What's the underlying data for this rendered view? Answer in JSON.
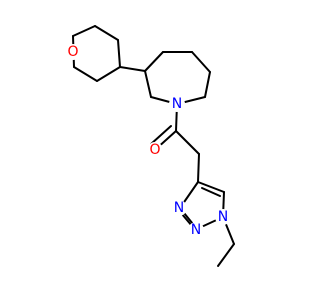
{
  "molecule": {
    "atoms": {
      "o_ring": {
        "symbol": "O",
        "color": "#ff0000"
      },
      "n_azepane": {
        "symbol": "N",
        "color": "#0000ff"
      },
      "o_carbonyl": {
        "symbol": "O",
        "color": "#ff0000"
      },
      "n_triazole_2": {
        "symbol": "N",
        "color": "#0000ff"
      },
      "n_triazole_3": {
        "symbol": "N",
        "color": "#0000ff"
      },
      "n_triazole_1": {
        "symbol": "N",
        "color": "#0000ff"
      }
    }
  }
}
